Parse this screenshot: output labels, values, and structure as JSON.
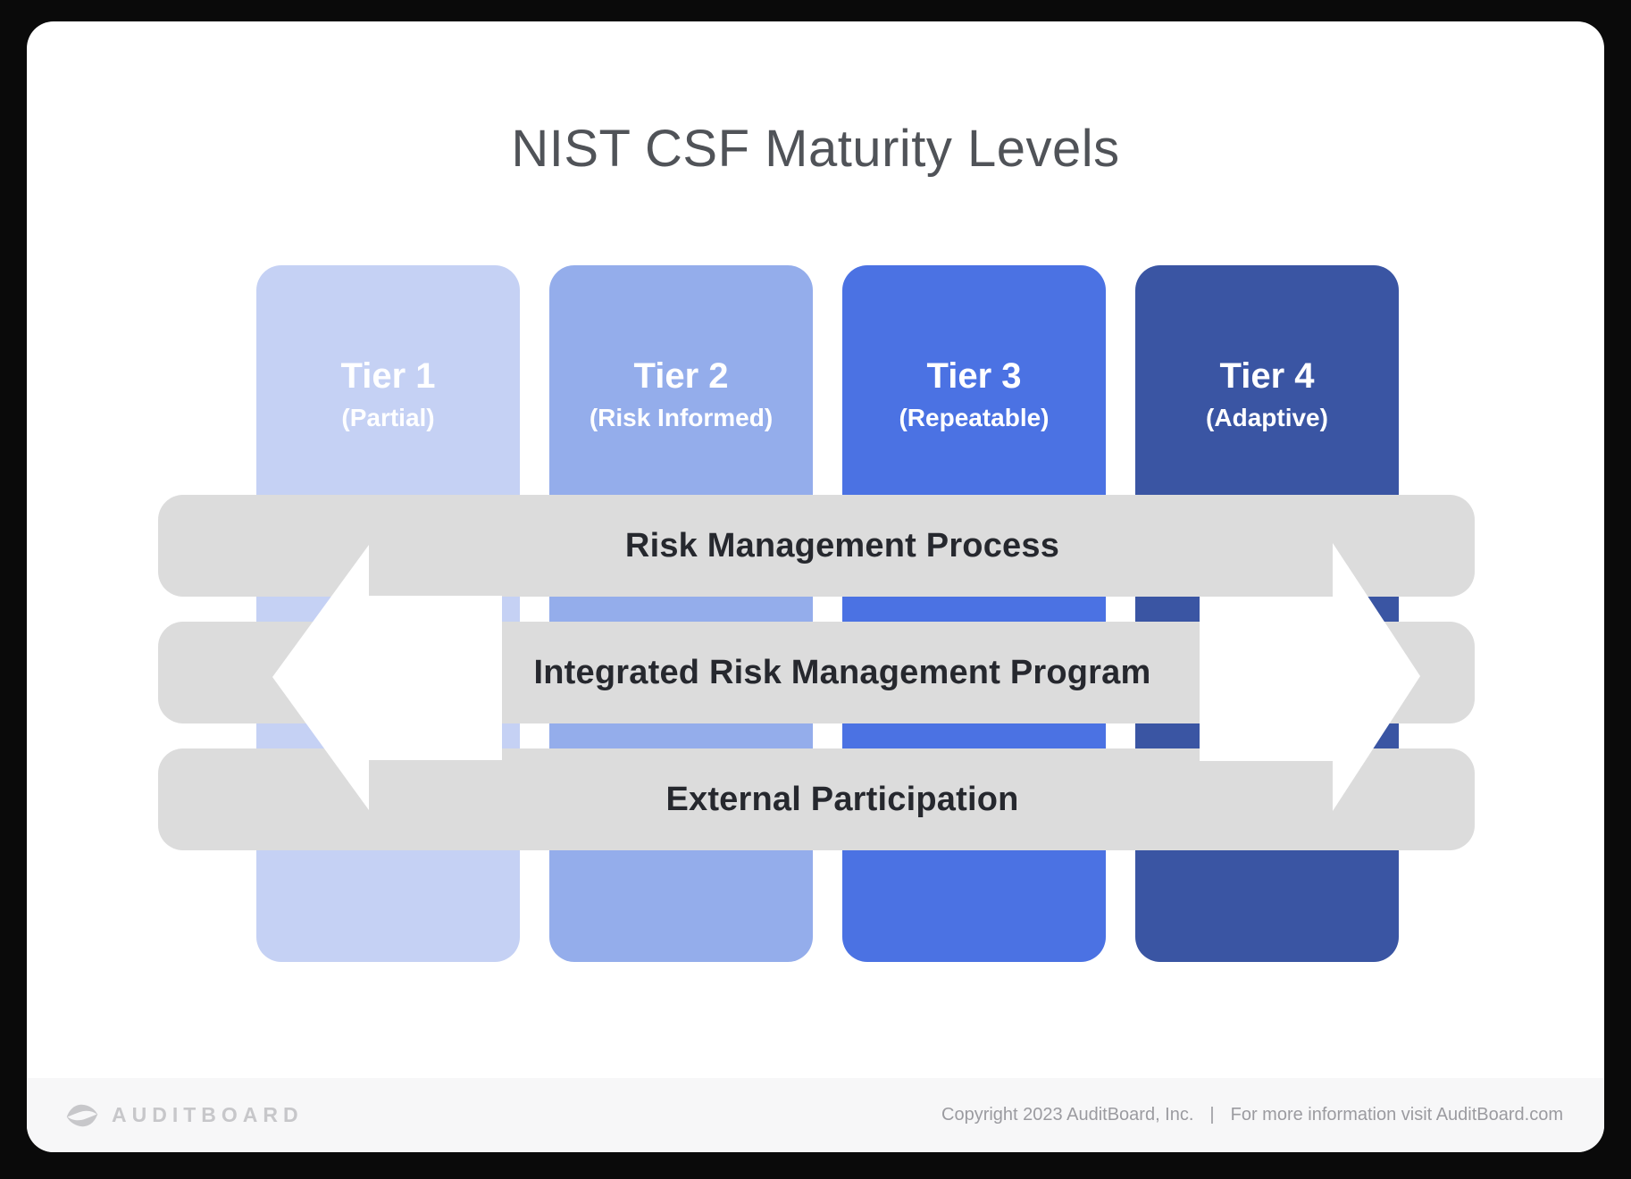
{
  "page": {
    "title": "NIST CSF Maturity Levels"
  },
  "tiers": [
    {
      "name": "Tier 1",
      "subtitle": "(Partial)",
      "color": "#c5d1f4"
    },
    {
      "name": "Tier 2",
      "subtitle": "(Risk Informed)",
      "color": "#94adeb"
    },
    {
      "name": "Tier 3",
      "subtitle": "(Repeatable)",
      "color": "#4b72e3"
    },
    {
      "name": "Tier 4",
      "subtitle": "(Adaptive)",
      "color": "#3a55a3"
    }
  ],
  "bars": [
    {
      "label": "Risk Management Process"
    },
    {
      "label": "Integrated Risk Management Program"
    },
    {
      "label": "External Participation"
    }
  ],
  "arrows": {
    "direction": "bidirectional-horizontal",
    "color": "#ffffff"
  },
  "palette": {
    "bar_background": "#dcdcdc",
    "bar_text": "#26282e",
    "title_text": "#505358",
    "card_background": "#ffffff",
    "page_background": "#0a0a0a",
    "footer_background": "#f7f7f8",
    "footer_text": "#9b9ba0",
    "brand_gray": "#c7c7ca"
  },
  "footer": {
    "brand": "AUDITBOARD",
    "brand_icon": "auditboard-eye-icon",
    "copyright": "Copyright 2023 AuditBoard, Inc.",
    "separator": "|",
    "info": "For more information visit AuditBoard.com"
  }
}
